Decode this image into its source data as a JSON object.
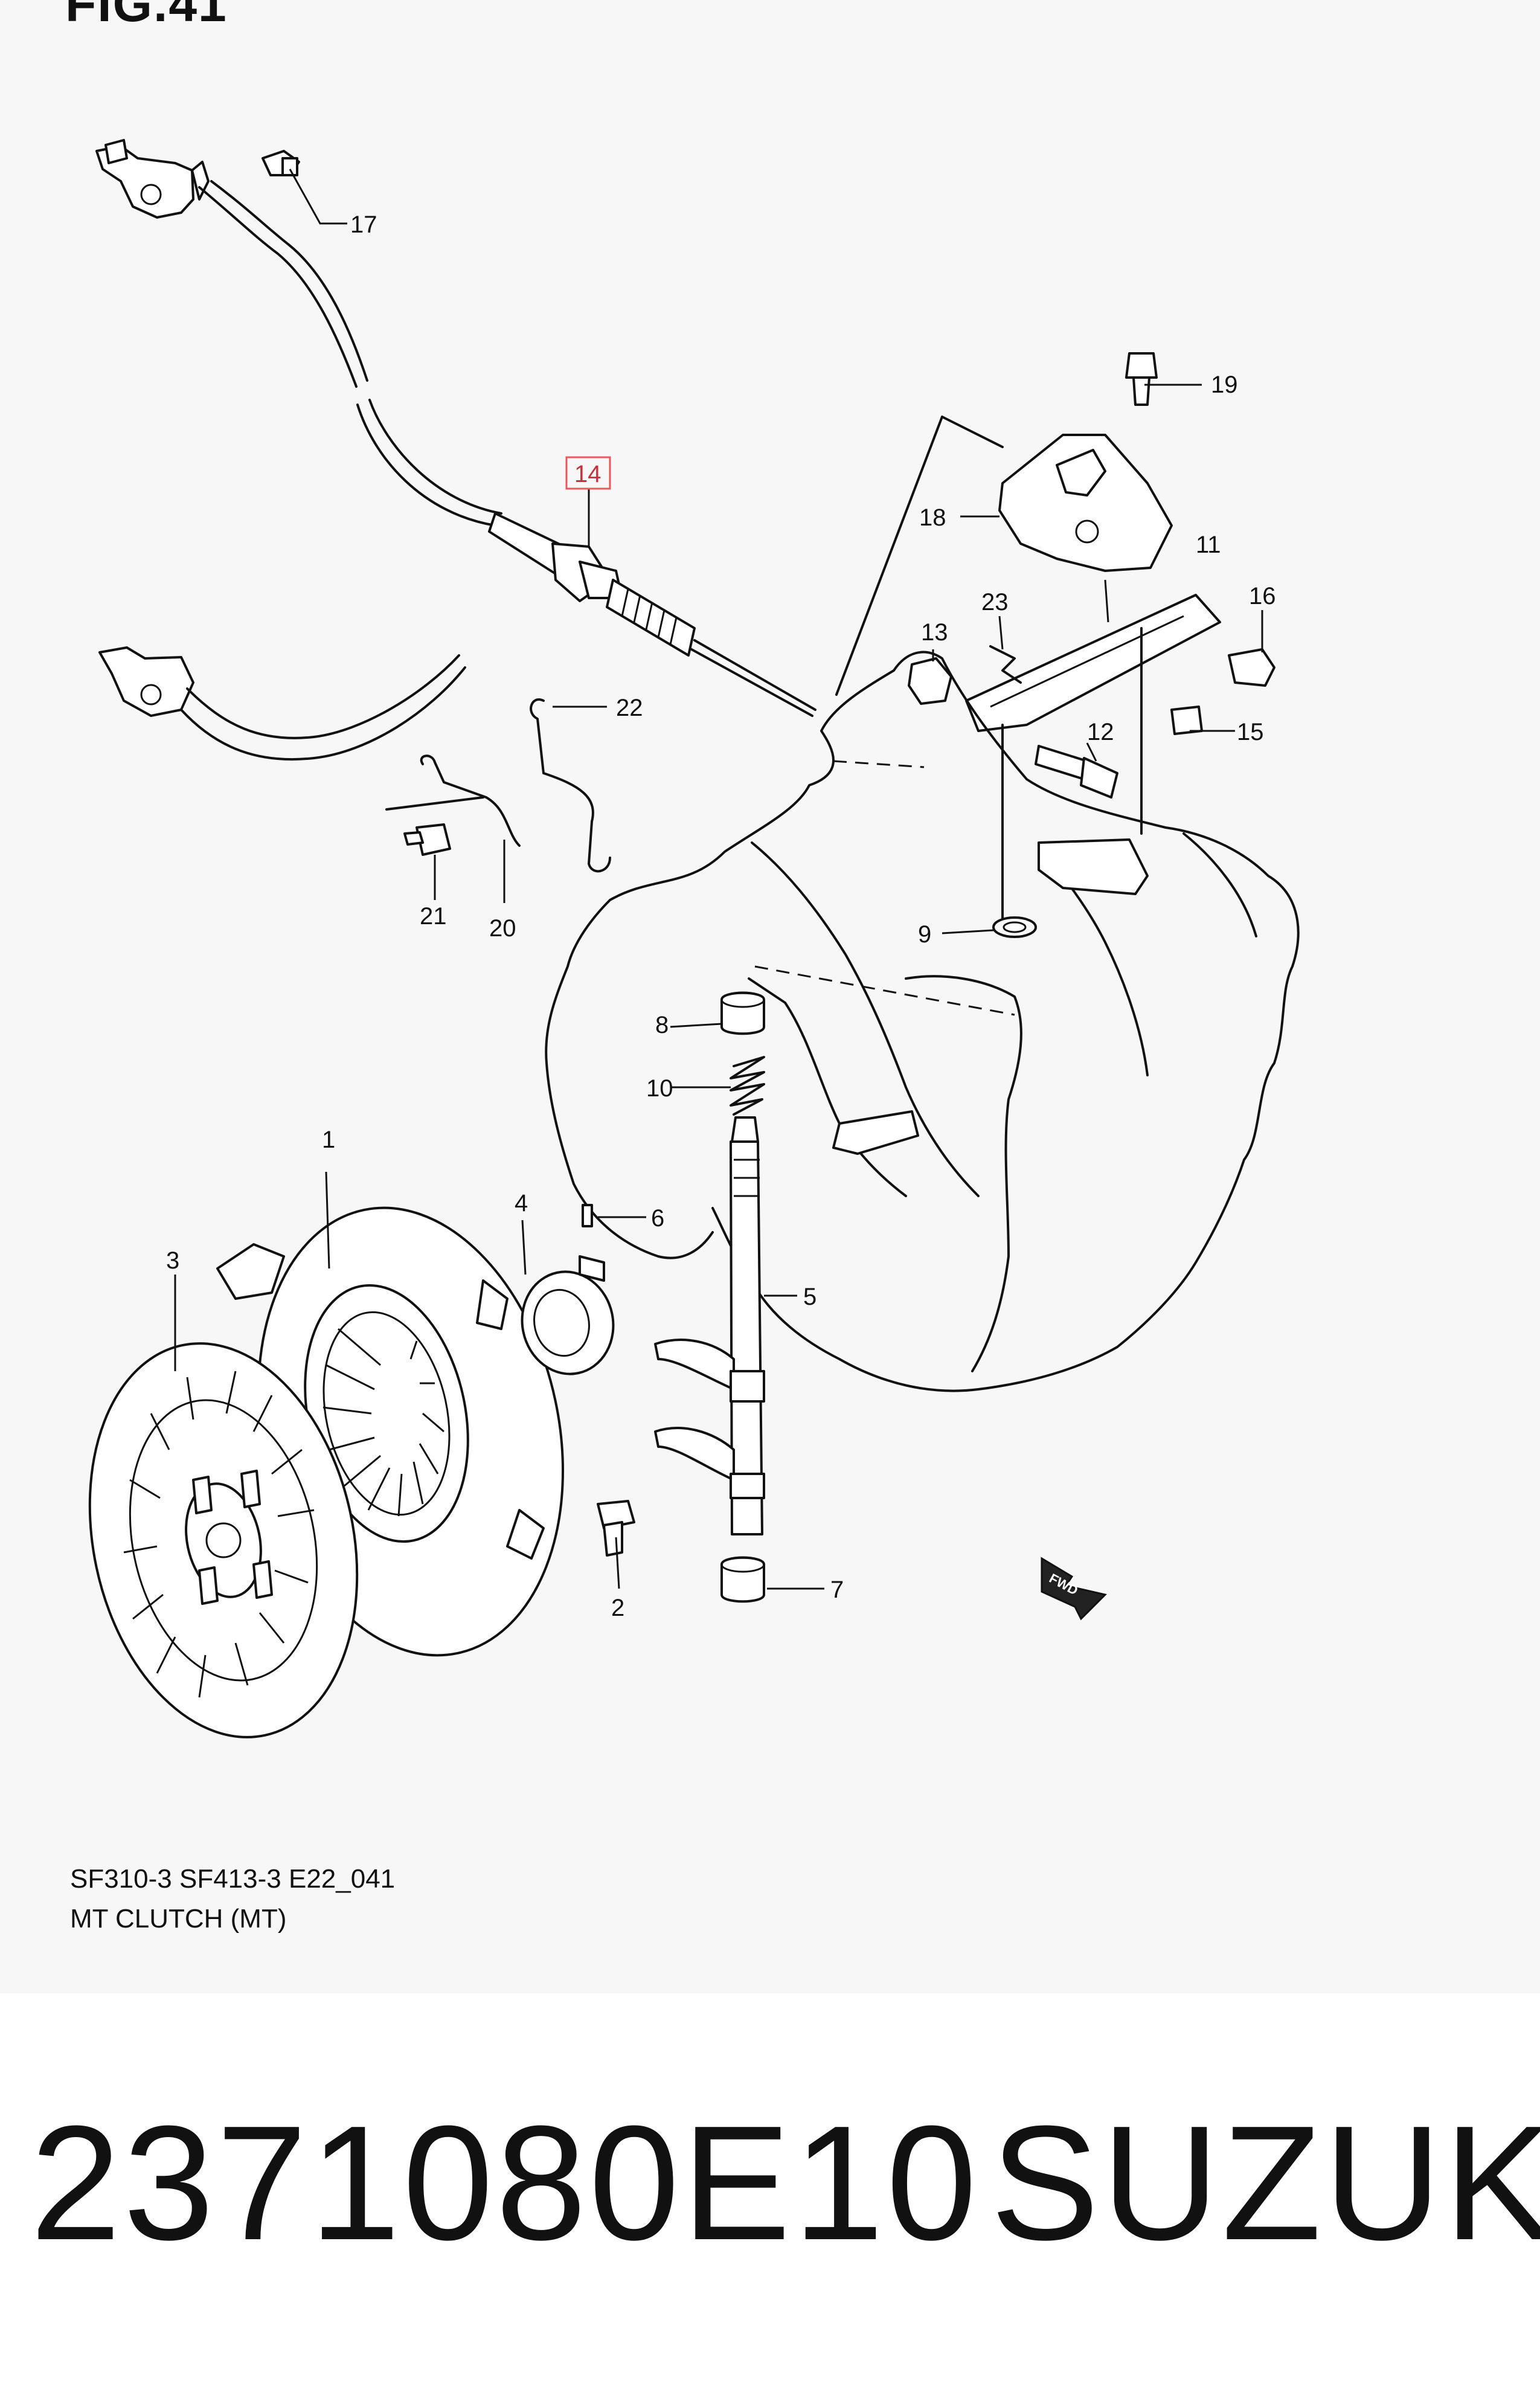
{
  "figure": {
    "header": "FIG.41"
  },
  "diagram": {
    "code": "SF310-3 SF413-3 E22_041",
    "caption": "MT CLUTCH (MT)",
    "fwd_label": "FWD",
    "callouts": [
      "1",
      "2",
      "3",
      "4",
      "5",
      "6",
      "7",
      "8",
      "9",
      "10",
      "11",
      "12",
      "13",
      "14",
      "15",
      "16",
      "17",
      "18",
      "19",
      "20",
      "21",
      "22",
      "23"
    ],
    "highlighted": "14",
    "highlight_color": "#e8585f"
  },
  "banner": {
    "part_number": "2371080E10",
    "brand": "SUZUKI"
  }
}
